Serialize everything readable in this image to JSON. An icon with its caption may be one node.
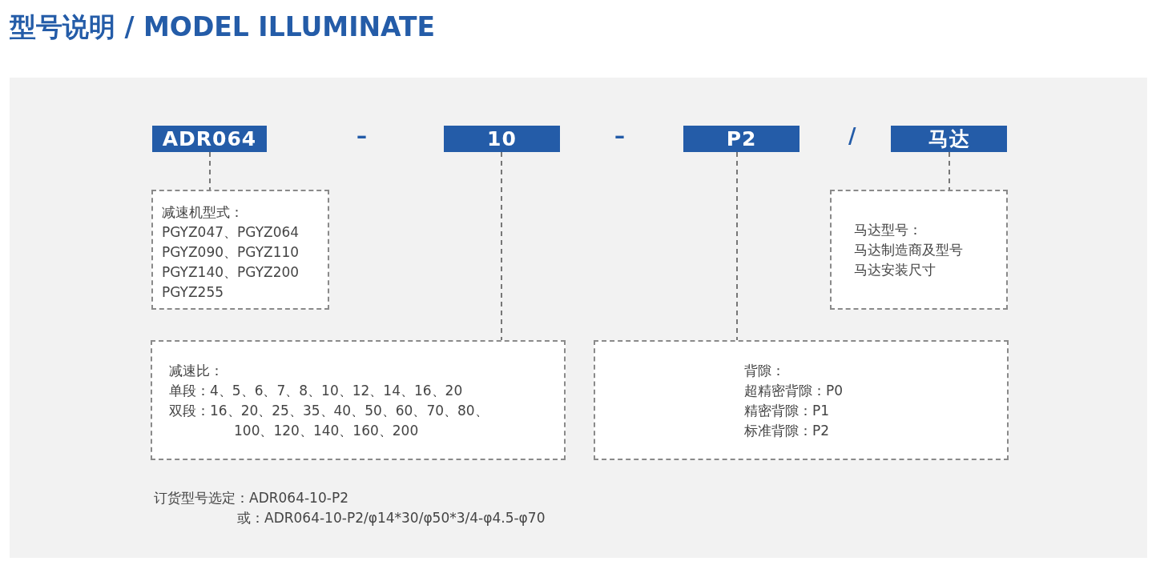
{
  "diagram": {
    "title": "型号说明 / MODEL ILLUMINATE",
    "nodes": [
      {
        "text": [
          "ADR064"
        ]
      },
      {
        "text": [
          "10"
        ]
      },
      {
        "text": [
          "P2"
        ]
      },
      {
        "text": [
          "马达"
        ]
      },
      {
        "text": [
          "减速机型式：",
          "PGYZ047、PGYZ064",
          "PGYZ090、PGYZ110",
          "PGYZ140、PGYZ200",
          "PGYZ255"
        ]
      },
      {
        "text": [
          "马达型号：",
          "马达制造商及型号",
          "马达安装尺寸"
        ]
      },
      {
        "text": [
          "减速比：",
          "单段：4、5、6、7、8、10、12、14、16、20",
          "双段：16、20、25、35、40、50、60、70、80、",
          "100、120、140、160、200"
        ]
      },
      {
        "text": [
          "背隙：",
          "超精密背隙：P0",
          "精密背隙：P1",
          "标准背隙：P2"
        ]
      }
    ],
    "edges": [
      {
        "from": 0,
        "to": 4,
        "arrow": "none"
      },
      {
        "from": 1,
        "to": 6,
        "arrow": "none"
      },
      {
        "from": 2,
        "to": 7,
        "arrow": "none"
      },
      {
        "from": 3,
        "to": 5,
        "arrow": "none"
      }
    ],
    "labels": [
      "–",
      "–",
      "/",
      "订货型号选定：ADR064-10-P2",
      "或：ADR064-10-P2/φ14*30/φ50*3/4-φ4.5-φ70"
    ]
  }
}
